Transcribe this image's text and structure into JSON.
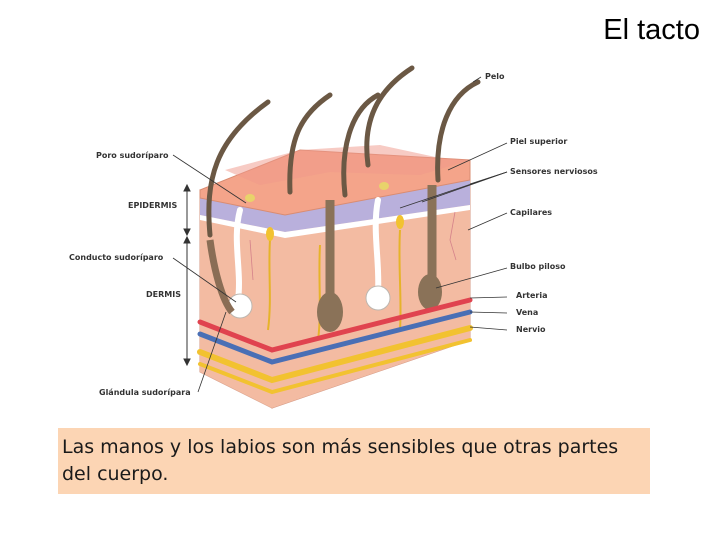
{
  "slide": {
    "title": "El tacto"
  },
  "diagram": {
    "labels": {
      "pelo": "Pelo",
      "piel_superior": "Piel superior",
      "sensores_nerviosos": "Sensores nerviosos",
      "capilares": "Capilares",
      "bulbo_piloso": "Bulbo piloso",
      "arteria": "Arteria",
      "vena": "Vena",
      "nervio": "Nervio",
      "poro_sudoriparo": "Poro sudoríparo",
      "epidermis": "EPIDERMIS",
      "conducto_sudoriparo": "Conducto sudoríparo",
      "dermis": "DERMIS",
      "glandula_sudoripara": "Glándula sudorípara"
    },
    "colors": {
      "dermis": "#f2b49a",
      "epidermis": "#b9b0dc",
      "skin_top": "#f4a48a",
      "hair": "#6b5844",
      "artery": "#e0434f",
      "vein": "#4a6fb5",
      "nerve": "#f2c230",
      "caption_bg": "#fcd5b4"
    }
  },
  "caption": {
    "text": "Las manos y los labios son más sensibles que otras partes del cuerpo."
  }
}
